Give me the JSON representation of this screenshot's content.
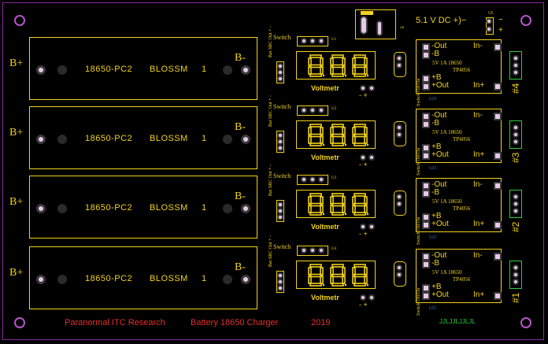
{
  "holders": [
    {
      "plus": "B+",
      "minus": "B-",
      "model": "18650-PC2",
      "brand": "BLOSSM",
      "num": "1"
    },
    {
      "plus": "B+",
      "minus": "B-",
      "model": "18650-PC2",
      "brand": "BLOSSM",
      "num": "1"
    },
    {
      "plus": "B+",
      "minus": "B-",
      "model": "18650-PC2",
      "brand": "BLOSSM",
      "num": "1"
    },
    {
      "plus": "B+",
      "minus": "B-",
      "model": "18650-PC2",
      "brand": "BLOSSM",
      "num": "1"
    }
  ],
  "switches": [
    {
      "label": "Switch",
      "ref": "U1",
      "selector": "Bat SRC Out + -",
      "onoff": "Switch Off/On"
    },
    {
      "label": "Switch",
      "ref": "U2",
      "selector": "Bat SRC Out + -",
      "onoff": "Switch Off/On"
    },
    {
      "label": "Switch",
      "ref": "U3",
      "selector": "Bat SRC Out + -",
      "onoff": "Switch Off/On"
    },
    {
      "label": "Switch",
      "ref": "U4",
      "selector": "Bat SRC Out + -",
      "onoff": "Switch Off/On"
    }
  ],
  "voltmeters": [
    {
      "label": "Voltmetr",
      "pins": "- +"
    },
    {
      "label": "Voltmetr",
      "pins": "- +"
    },
    {
      "label": "Voltmetr",
      "pins": "- +"
    },
    {
      "label": "Voltmetr",
      "pins": "- +"
    }
  ],
  "chargers": [
    {
      "out_minus": "-Out",
      "b_minus": "-B",
      "in_minus": "In-",
      "spec": "5V 1A 18650",
      "chip": "TP4056",
      "b_plus": "+B",
      "out_plus": "+Out",
      "in_plus": "In+",
      "ref": "U24",
      "channel": "#4"
    },
    {
      "out_minus": "-Out",
      "b_minus": "-B",
      "in_minus": "In-",
      "spec": "5V 1A 18650",
      "chip": "TP4056",
      "b_plus": "+B",
      "out_plus": "+Out",
      "in_plus": "In+",
      "ref": "U23",
      "channel": "#3"
    },
    {
      "out_minus": "-Out",
      "b_minus": "-B",
      "in_minus": "In-",
      "spec": "5V 1A 18650",
      "chip": "TP4056",
      "b_plus": "+B",
      "out_plus": "+Out",
      "in_plus": "In+",
      "ref": "U22",
      "channel": "#2"
    },
    {
      "out_minus": "-Out",
      "b_minus": "-B",
      "in_minus": "In-",
      "spec": "5V 1A 18650",
      "chip": "TP4056",
      "b_plus": "+B",
      "out_plus": "+Out",
      "in_plus": "In+",
      "ref": "U21",
      "channel": "#1"
    }
  ],
  "power_input": {
    "label": "5.1 V   DC +)−",
    "minus": "−",
    "plus": "+"
  },
  "footer": {
    "credit1": "Paranormal ITC Research",
    "credit2": "Battery 18650 Charger",
    "year": "2019",
    "board_id": "JJLJJLJJLJL"
  },
  "colors": {
    "board_bg": "#000000",
    "silkscreen": "#f2d21e",
    "outline": "#8a2a9c",
    "footer_text": "#e0302a",
    "connector": "#2ecc40",
    "pad": "#e6c8e8"
  }
}
